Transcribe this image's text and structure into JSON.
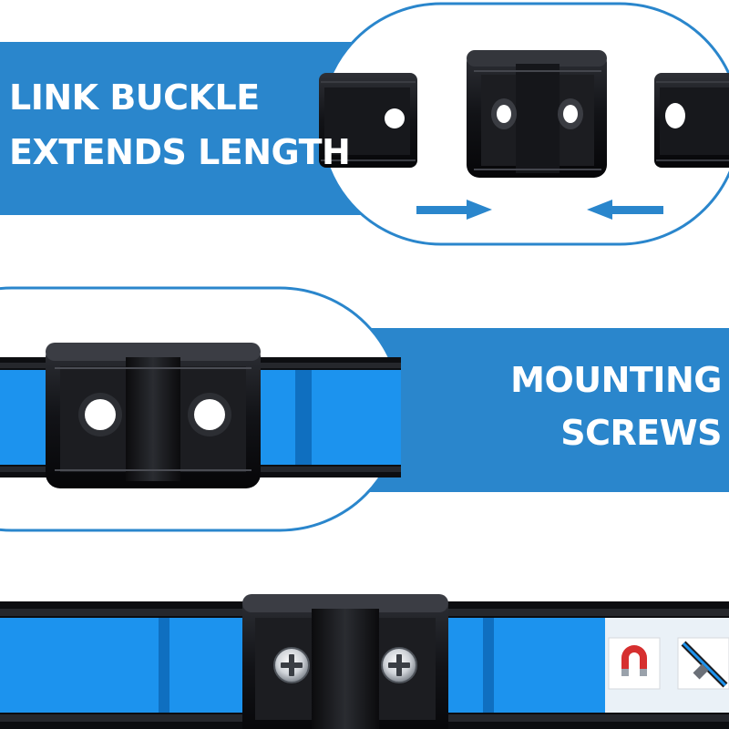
{
  "panel_top": {
    "caption_line1": "LINK BUCKLE",
    "caption_line2": "EXTENDS LENGTH"
  },
  "panel_middle": {
    "caption_line1": "MOUNTING",
    "caption_line2": "SCREWS"
  },
  "colors": {
    "brand_blue": "#2a86cc",
    "rail_blue": "#1c93ee",
    "part_black": "#111215"
  },
  "icons": [
    "arrow-right-icon",
    "arrow-left-icon",
    "magnet-icon",
    "rail-hanging-icon"
  ]
}
